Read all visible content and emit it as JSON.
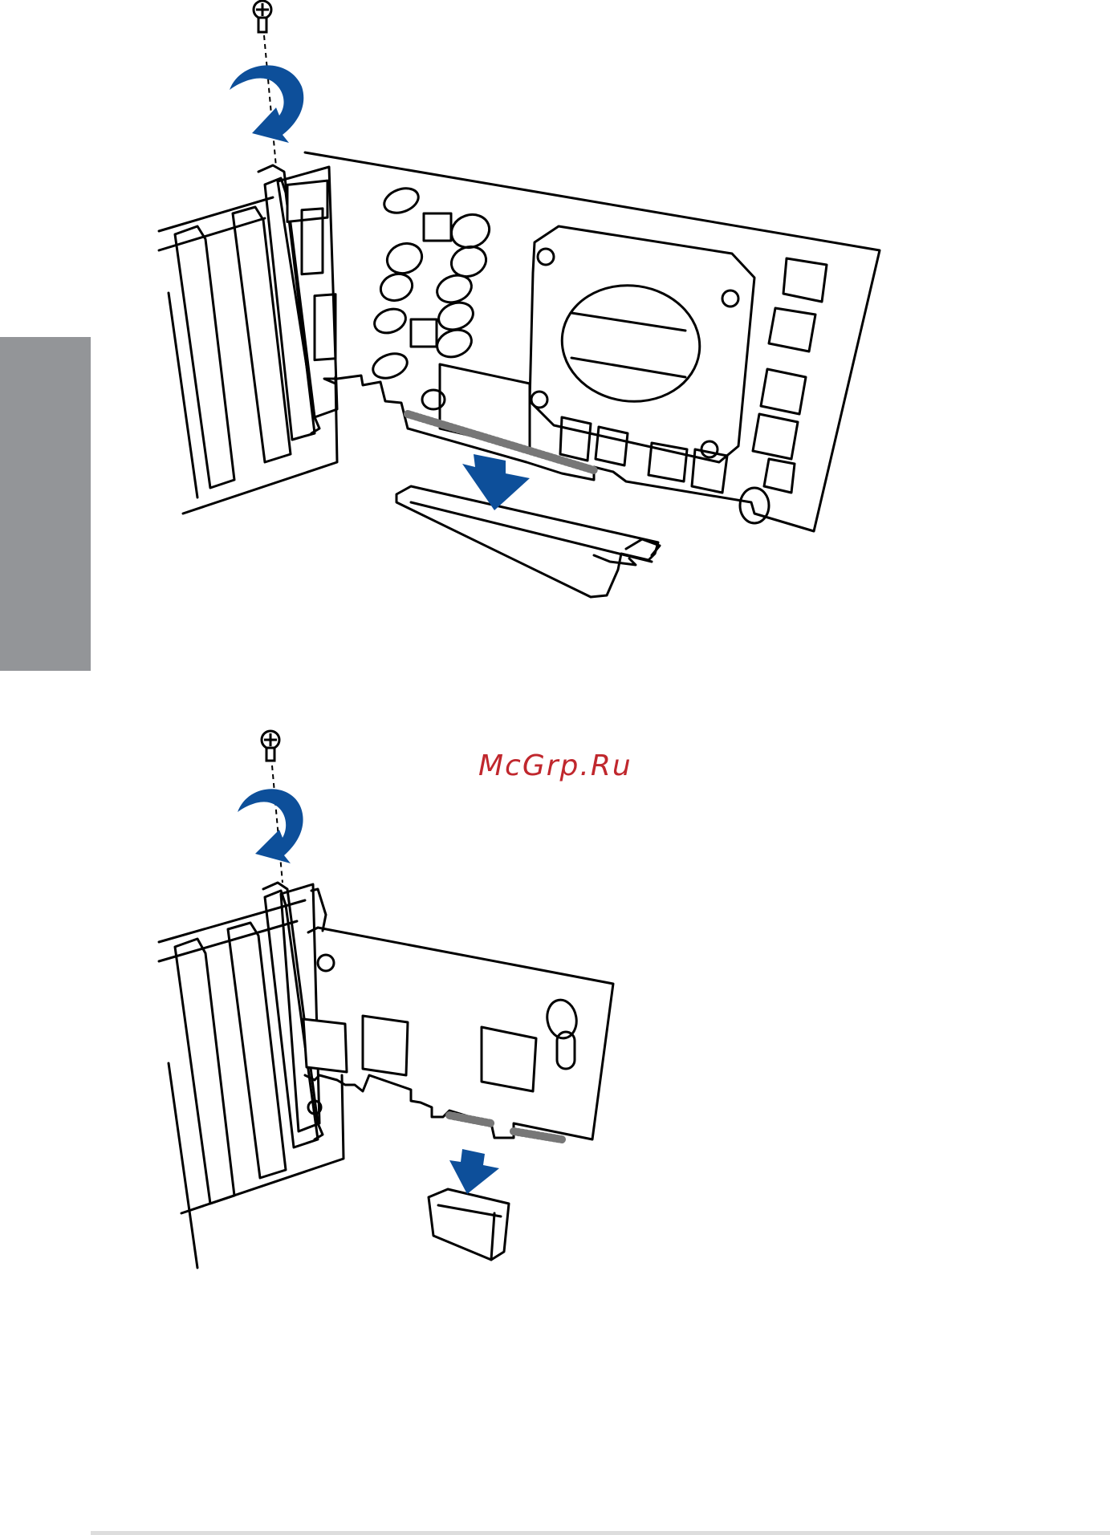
{
  "watermark": {
    "text": "McGrp.Ru"
  },
  "colors": {
    "side_tab": "#939598",
    "arrow_blue": "#0d4f9a",
    "line": "#000000",
    "watermark": "#c0272d",
    "footer_rule": "#dddddd"
  },
  "figures": [
    {
      "id": "graphics-card-install",
      "icons": [
        "screw-icon",
        "rotate-arrow-icon",
        "insert-arrow-icon"
      ]
    },
    {
      "id": "x1-card-install",
      "icons": [
        "screw-icon",
        "rotate-arrow-icon",
        "insert-arrow-icon"
      ]
    }
  ]
}
